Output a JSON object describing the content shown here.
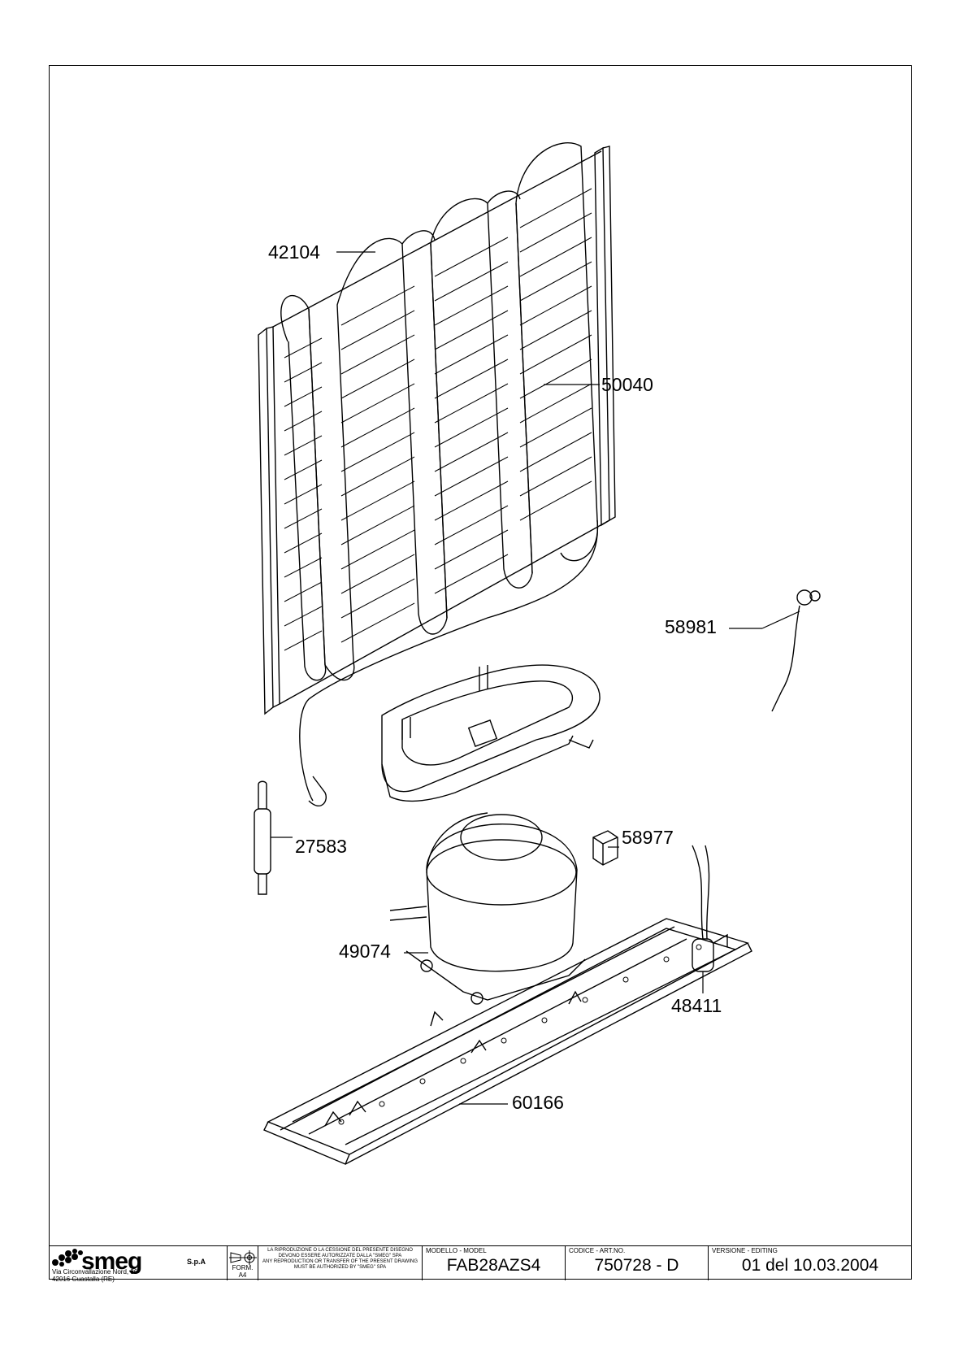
{
  "callouts": [
    {
      "id": "c1",
      "text": "42104"
    },
    {
      "id": "c2",
      "text": "58981"
    },
    {
      "id": "c3",
      "text": "50040"
    },
    {
      "id": "c4",
      "text": "27583"
    },
    {
      "id": "c5",
      "text": "58977"
    },
    {
      "id": "c6",
      "text": "49074"
    },
    {
      "id": "c7",
      "text": "48411"
    },
    {
      "id": "c8",
      "text": "60166"
    }
  ],
  "titleblock": {
    "brand": "smeg",
    "brand_suffix": "S.p.A",
    "address_line1": "Via Circonvallazione Nord, 36",
    "address_line2": "42016  Guastalla (RE)",
    "form_size": "FORM. A4",
    "notice_it": "LA RIPRODUZIONE O LA CESSIONE DEL PRESENTE DISEGNO DEVONO ESSERE AUTORIZZATE DALLA \"SMEG\" SPA",
    "notice_en": "ANY REPRODUCTION OR TRANSFER OF THE PRESENT DRAWING MUST BE AUTHORIZED BY \"SMEG\" SPA",
    "model_caption": "MODELLO - MODEL",
    "model_value": "FAB28AZS4",
    "code_caption": "CODICE - ART.NO.",
    "code_value": "750728 - D",
    "version_caption": "VERSIONE - EDITING",
    "version_value": "01 del 10.03.2004"
  }
}
